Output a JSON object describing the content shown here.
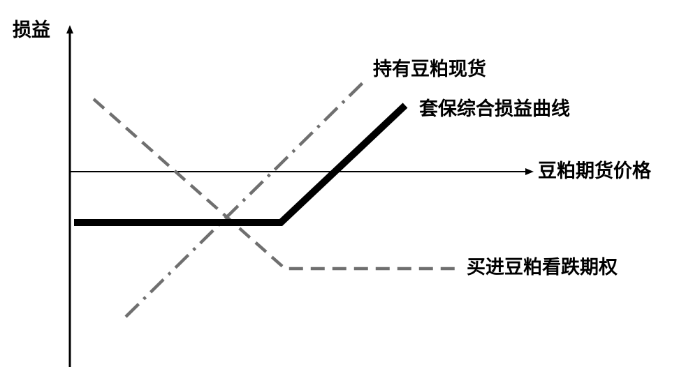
{
  "labels": {
    "y_axis": "损益",
    "x_axis": "豆粕期货价格",
    "spot": "持有豆粕现货",
    "hedge": "套保综合损益曲线",
    "put": "买进豆粕看跌期权"
  },
  "colors": {
    "axis": "#000000",
    "hedge_line": "#000000",
    "spot_line": "#6f6f6f",
    "put_line": "#6f6f6f"
  }
}
